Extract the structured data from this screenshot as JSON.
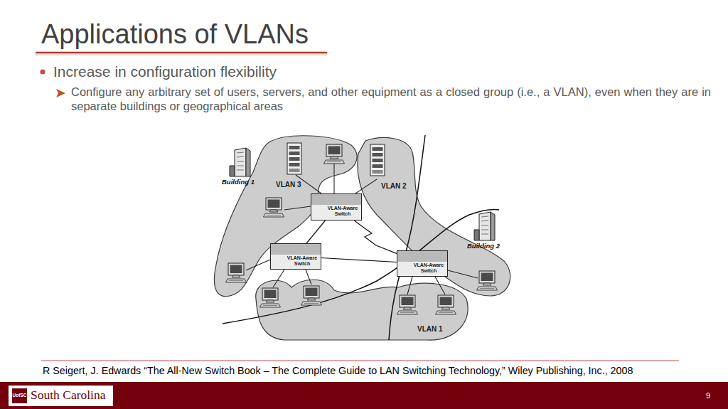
{
  "diagram": {
    "title": "Applications of VLANs",
    "nodes": [
      {
        "text": [
          "VLAN 3"
        ]
      },
      {
        "text": [
          "VLAN 2"
        ]
      },
      {
        "text": [
          "VLAN 1"
        ]
      },
      {
        "text": [
          "VLAN-Aware Switch"
        ]
      },
      {
        "text": [
          "VLAN-Aware Switch"
        ]
      },
      {
        "text": [
          "VLAN-Aware Switch"
        ]
      }
    ],
    "edges": [
      {
        "from": 3,
        "to": 4,
        "arrow": "none"
      },
      {
        "from": 3,
        "to": 5,
        "arrow": "none"
      },
      {
        "from": 4,
        "to": 5,
        "arrow": "none"
      }
    ],
    "labels": [
      "Increase in configuration flexibility",
      "Configure any arbitrary set of users, servers, and other equipment as a closed group (i.e., a VLAN), even when they are in separate buildings or geographical areas",
      "Building 1",
      "Building 2",
      "R Seigert, J. Edwards “The All-New Switch Book – The Complete Guide to LAN Switching Technology,” Wiley Publishing, Inc., 2008",
      "UofSC",
      "South Carolina",
      "9"
    ]
  }
}
